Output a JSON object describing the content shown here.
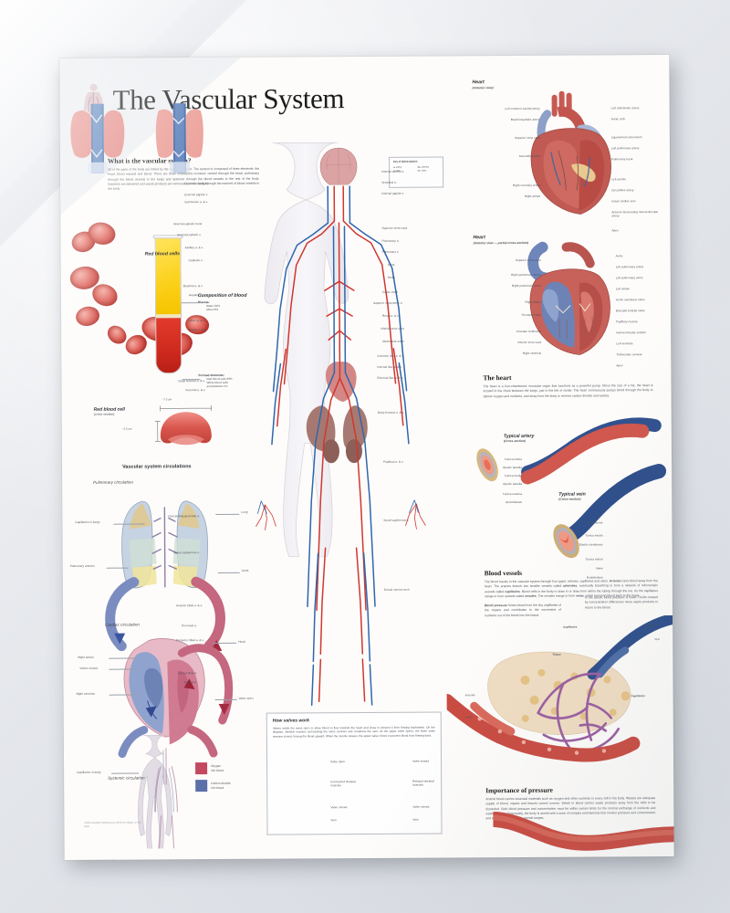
{
  "poster": {
    "title": "The Vascular System",
    "copyright": "©2005 Scientific Publishing Ltd., Elk Grove Village, IL  USA\n8630"
  },
  "key_box": {
    "heading": "Key of abbreviations",
    "entries": [
      {
        "abbr": "a.",
        "meaning": "artery"
      },
      {
        "abbr": "aa.",
        "meaning": "arteries"
      },
      {
        "abbr": "v.",
        "meaning": "vein"
      },
      {
        "abbr": "vv.",
        "meaning": "veins"
      }
    ]
  },
  "what_is": {
    "heading": "What is the vascular system?",
    "body": "All of the parts of the body are linked by the vascular system. The system is composed of three elements: the heart, blood vessels and blood. There are three circulations involved: carried through the heart, pulmonary through the blood vessels to the lungs and systemic through the blood vessels to the rest of the body. Nutrients are delivered and waste products are removed from the body through the network of blood vessels in the body."
  },
  "blood": {
    "rbc_caption": "Red blood cells",
    "composition_title": "Composition of blood",
    "plasma_label": "Plasma:",
    "plasma_items": [
      "Water 92%",
      "Other 8%"
    ],
    "formed_label": "Formed elements:",
    "formed_items": [
      "Red blood cells 99%",
      "White blood cells",
      "and platelets 1%"
    ]
  },
  "rbc_cross": {
    "title": "Red blood cell",
    "subtitle": "(cross section)",
    "width_label": "~7.5 μm",
    "height_label": "~2.5 μm"
  },
  "circulations": {
    "title": "Vascular system circulations",
    "pulmonary_label": "Pulmonary circulation",
    "cardiac_label": "Cardiac circulation",
    "systemic_label": "Systemic circulation",
    "labels": [
      "Capillaries in lungs",
      "Pulmonary arteries",
      "Lung",
      "Aorta",
      "Right atrium",
      "Valves closed",
      "Right ventricle",
      "Heart",
      "Valve open",
      "Capillaries in body"
    ],
    "legend": [
      {
        "color": "#c4485f",
        "line1": "Oxygen",
        "line2": "rich blood"
      },
      {
        "color": "#5b6fa8",
        "line1": "Carbon dioxide",
        "line2": "rich blood"
      }
    ]
  },
  "figure_labels_left": [
    "Common carotid a.",
    "External jugular v.",
    "Subclavian a. & v.",
    "Brachiocephalic trunk",
    "Brachiocephalic v.",
    "Axillary a. & v.",
    "Cephalic v.",
    "Brachial a. & v.",
    "Hepatic v.",
    "Ulnar a. & v.",
    "Radial a. & v.",
    "Deep femoral a. & v.",
    "Femoral a. & v.",
    "Descending genicular a.",
    "Great saphenous v.",
    "Anterior tibial a. & v.",
    "Peroneal a.",
    "Posterior tibial a. & v.",
    "Dorsal tibial a.",
    "Arcuate a."
  ],
  "figure_labels_right": [
    "Internal carotid a.",
    "Vertebral a.",
    "Internal jugular v.",
    "Superior vena cava",
    "Pulmonary a.",
    "Pulmonary v.",
    "Aorta",
    "Heart",
    "Celiac trunk",
    "Superior mesenteric a.",
    "Renal a. & v.",
    "Inferior vena cava",
    "Abdominal aorta",
    "Common iliac a. & v.",
    "Internal iliac a. & v.",
    "External iliac a. & v.",
    "Deep femoral a. & v.",
    "Popliteal a. & v.",
    "Small saphenous v.",
    "Dorsal venous arch"
  ],
  "heart_anterior": {
    "title": "Heart",
    "subtitle": "(Anterior view)",
    "labels_left": [
      "Left common carotid artery",
      "Brachiocephalic artery",
      "Superior vena cava",
      "Ascending aorta",
      "Right coronary artery",
      "Right atrium"
    ],
    "labels_right": [
      "Left subclavian artery",
      "Aortic arch",
      "Ligamentum arteriosum",
      "Left pulmonary artery",
      "Pulmonary trunk",
      "Left auricle",
      "Circumflex artery",
      "Great cardiac vein",
      "Anterior descending interventricular artery",
      "Apex"
    ]
  },
  "heart_cross": {
    "title": "Heart",
    "subtitle": "(Anterior view — partial cross-section)",
    "labels_left": [
      "Superior vena cava",
      "Right pulmonary artery",
      "Right pulmonary veins",
      "Right atrium",
      "Tricuspid valve",
      "Chordae tendineae",
      "Inferior vena cava",
      "Right ventricle"
    ],
    "labels_right": [
      "Aorta",
      "Left pulmonary artery",
      "Left pulmonary veins",
      "Left atrium",
      "Aortic semilunar valve",
      "Bicuspid (mitral) valve",
      "Papillary muscle",
      "Interventricular septum",
      "Left ventricle",
      "Trabeculae carneae",
      "Apex"
    ]
  },
  "the_heart": {
    "heading": "The heart",
    "body": "The heart is a four-chambered, muscular organ that functions as a powerful pump. About the size of a fist, the heart is located in the chest between the lungs, just to the left of center. The heart continuously pumps blood through the body to deliver oxygen and nutrients, and away from the body to remove carbon dioxide and wastes."
  },
  "artery": {
    "title": "Typical artery",
    "subtitle": "(Cross-section)",
    "labels": [
      "Tunica intima",
      "Elastic lamella",
      "Tunica media",
      "Elastic lamella",
      "Tunica externa",
      "Endothelium"
    ]
  },
  "vein": {
    "title": "Typical vein",
    "subtitle": "(Cross-section)",
    "labels": [
      "Tunica externa",
      "Tunica media",
      "Elastic membrane",
      "Tunica intima",
      "Valve",
      "Endothelium"
    ]
  },
  "blood_vessels": {
    "heading": "Blood vessels",
    "body": "The blood travels in the vascular system through four types: arteries, capillaries and veins. <b>Arteries</b> carry blood away from the heart. The arteries branch into smaller vessels called <b>arterioles</b>, eventually branching to form a network of microscopic vessels called <b>capillaries</b>. Blood cells in the body to draw in or draw from within the tubing through the net. As the capillaries merge to form vessels called <b>venules</b>. The venules merge to form <b>veins</b>, which transport blood back to the heart.",
    "pressure_note_left": "<b>Blood pressure</b> forces blood from the tiny capillaries of the organs and contributes to the movement of nutrients out of the blood into the tissue.",
    "pressure_note_right": "In the tissue, blood pressure is lower. Fluids created by concentration differences move waste products to return to the blood.",
    "capillary_labels": [
      "Capillaries",
      "Venule",
      "Vein",
      "Tissue",
      "Capillaries",
      "Arteriole",
      "Artery"
    ]
  },
  "pressure": {
    "heading": "Importance of pressure",
    "body": "Arterial blood carries essential materials such as oxygen and other nutrients to every cell in the body. Wastes are adequate supply of blood, organs and tissues cannot survive. Waste in blood carries waste products away from the cells to be discarded. Both blood pressure and concentration must be within certain limits for the normal exchange of nutrients and waste to occur. Fortunately, the body is armed with a suite of complex mechanisms that monitor pressure and concentration and act to keep both within normal ranges."
  },
  "valves": {
    "heading": "How valves work",
    "body": "Valves inside the veins open to allow blood to flow towards the heart and close to prevent it from flowing backwards. On the diagram, skeletal muscles surrounding the veins contract and compress the vein. As the upper valve opens, the lower valve remains closed, forcing the blood upward. When the muscle relaxes, the upper valve closes to prevent blood from flowing back.",
    "panel_left": [
      "Valve open",
      "Contracted skeletal muscles",
      "Valve closed",
      "Vein"
    ],
    "panel_right": [
      "Valve closed",
      "Relaxed skeletal muscles",
      "Valve closed",
      "Vein"
    ]
  },
  "colors": {
    "arterial": "#cf3a34",
    "venous": "#3f6fae",
    "plasma": "#f6c90a",
    "paper": "#fdfcfa"
  }
}
